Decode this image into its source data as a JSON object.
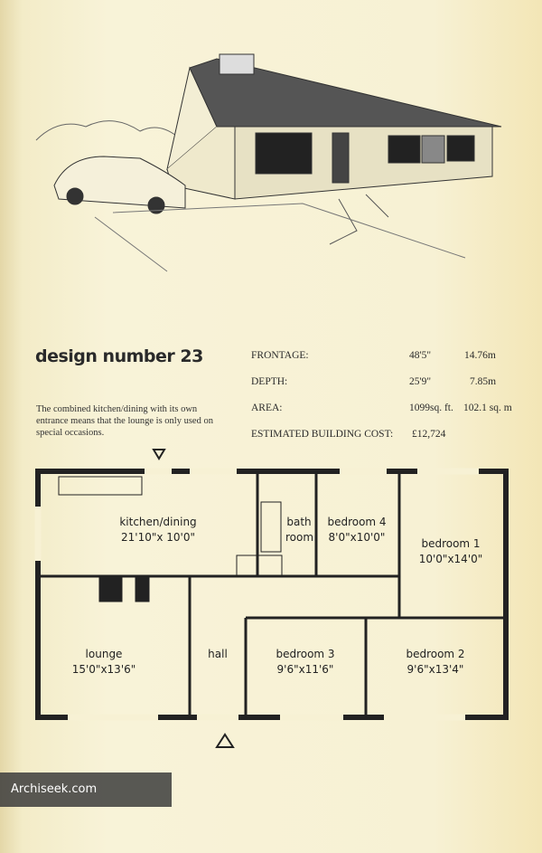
{
  "heading": "design number 23",
  "description": "The combined kitchen/dining with its own entrance means that the lounge is only used on special occasions.",
  "specs": [
    {
      "label": "FRONTAGE:",
      "imperial": "48'5\"",
      "metric": "14.76m"
    },
    {
      "label": "DEPTH:",
      "imperial": "25'9\"",
      "metric": "7.85m"
    },
    {
      "label": "AREA:",
      "imperial": "1099sq. ft.",
      "metric": "102.1 sq. m"
    },
    {
      "label": "ESTIMATED BUILDING COST:",
      "imperial": "£12,724",
      "metric": ""
    }
  ],
  "rooms": [
    {
      "name": "kitchen/dining",
      "size": "21'10\"x 10'0\""
    },
    {
      "name": "bath room",
      "size": ""
    },
    {
      "name": "bedroom 4",
      "size": "8'0\"x10'0\""
    },
    {
      "name": "bedroom 1",
      "size": "10'0\"x14'0\""
    },
    {
      "name": "lounge",
      "size": "15'0\"x13'6\""
    },
    {
      "name": "hall",
      "size": ""
    },
    {
      "name": "bedroom 3",
      "size": "9'6\"x11'6\""
    },
    {
      "name": "bedroom 2",
      "size": "9'6\"x13'4\""
    }
  ],
  "watermark": "Archiseek.com"
}
